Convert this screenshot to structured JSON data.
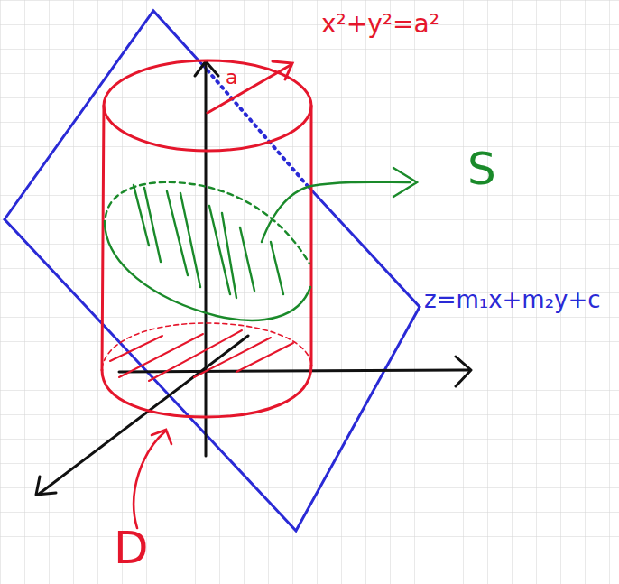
{
  "diagram": {
    "labels": [
      "a",
      "x²+y²=a²",
      "S",
      "z=m₁x+m₂y+c",
      "D"
    ]
  }
}
